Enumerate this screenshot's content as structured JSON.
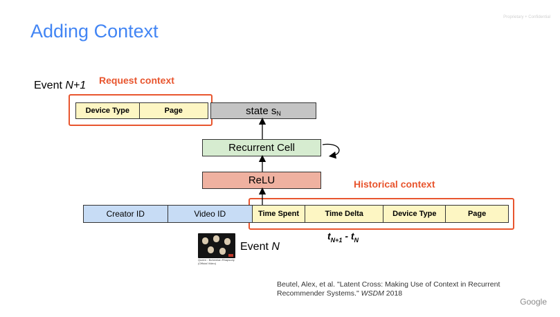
{
  "slide": {
    "title": "Adding Context",
    "confidential_label": "Proprietary + Confidential",
    "brand": "Google"
  },
  "diagram": {
    "event_n1": {
      "prefix": "Event ",
      "italic": "N+1"
    },
    "event_n": {
      "prefix": "Event ",
      "italic": "N"
    },
    "request_context_label": "Request context",
    "historical_context_label": "Historical context",
    "request_fields": [
      "Device Type",
      "Page"
    ],
    "state": {
      "text": "state s",
      "sub": "N"
    },
    "recurrent_cell": "Recurrent Cell",
    "relu": "ReLU",
    "input_fields": [
      "Creator ID",
      "Video ID"
    ],
    "historical_fields": [
      "Time Spent",
      "Time Delta",
      "Device Type",
      "Page"
    ],
    "formula": {
      "t1": "t",
      "s1": "N+1",
      "mid": " - t",
      "s2": "N"
    },
    "thumbnail_caption": [
      "Queen - Bohemian Rhapsody",
      "(Official Video)"
    ]
  },
  "citation": {
    "line1": "Beutel, Alex, et al. \"Latent Cross: Making Use of Context in Recurrent",
    "line2_text": "Recommender Systems.\" ",
    "line2_italic": "WSDM",
    "line2_year": " 2018"
  },
  "colors": {
    "title": "#4285f4",
    "accent_orange": "#e8552e",
    "field_yellow": "#fdf6c3",
    "field_blue": "#c7dcf5",
    "state_gray": "#c4c4c4",
    "cell_green": "#d6ecd0",
    "relu_salmon": "#efb1a0"
  }
}
